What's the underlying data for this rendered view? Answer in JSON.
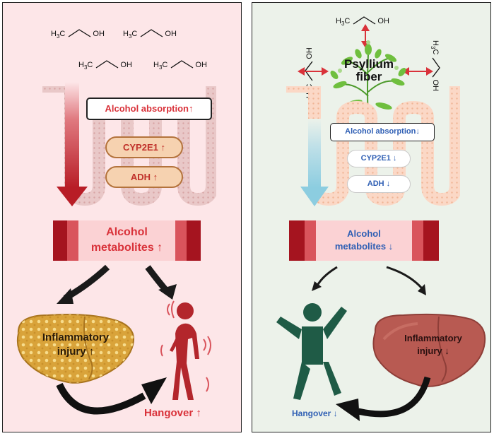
{
  "molecule": {
    "ch3": "H",
    "sub3": "3",
    "c": "C",
    "oh": "OH"
  },
  "left": {
    "absorption_label": "Alcohol absorption↑",
    "enzyme1": "CYP2E1 ↑",
    "enzyme2": "ADH ↑",
    "metabolites_line1": "Alcohol",
    "metabolites_line2": "metabolites ↑",
    "liver_line1": "Inflammatory",
    "liver_line2": "injury ↑",
    "hangover": "Hangover ↑"
  },
  "right": {
    "plant_line1": "Psyllium",
    "plant_line2": "fiber",
    "absorption_label": "Alcohol absorption↓",
    "enzyme1": "CYP2E1 ↓",
    "enzyme2": "ADH ↓",
    "metabolites_line1": "Alcohol",
    "metabolites_line2": "metabolites ↓",
    "liver_line1": "Inflammatory",
    "liver_line2": "injury ↓",
    "hangover": "Hangover ↓"
  },
  "colors": {
    "left_bg": "#fde6e8",
    "right_bg": "#ecf2ea",
    "increase_red": "#d9323a",
    "decrease_blue": "#2f5fb4",
    "person_red": "#b3262c",
    "person_green": "#1f5b46"
  }
}
